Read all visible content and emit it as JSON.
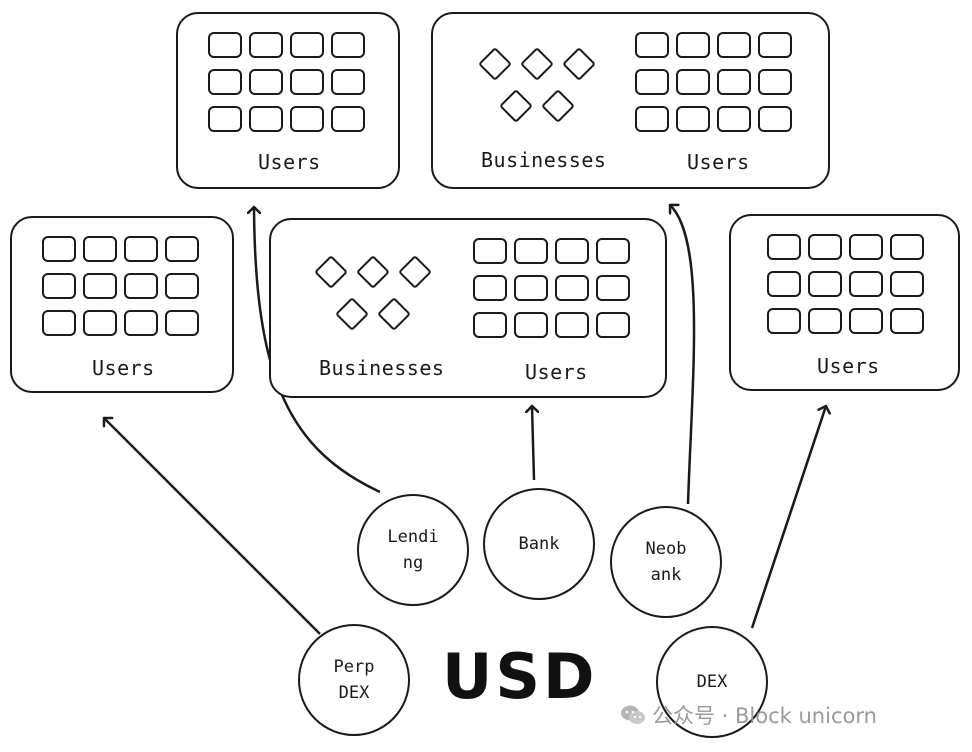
{
  "groups": [
    {
      "id": "g1",
      "label": "Users",
      "has_businesses": false
    },
    {
      "id": "g2",
      "label": "Users",
      "businesses_label": "Businesses",
      "has_businesses": true
    },
    {
      "id": "g3",
      "label": "Users",
      "has_businesses": false
    },
    {
      "id": "g4",
      "label": "Users",
      "businesses_label": "Businesses",
      "has_businesses": true
    },
    {
      "id": "g5",
      "label": "Users",
      "has_businesses": false
    }
  ],
  "nodes": {
    "lending": "Lendi\nng",
    "bank": "Bank",
    "neobank": "Neob\nank",
    "perp_dex": "Perp\nDEX",
    "dex": "DEX"
  },
  "center_label": "USD",
  "watermark": "公众号 · Block unicorn",
  "colors": {
    "ink": "#1a1a1a",
    "watermark": "#9a9a9a",
    "background": "#ffffff"
  }
}
